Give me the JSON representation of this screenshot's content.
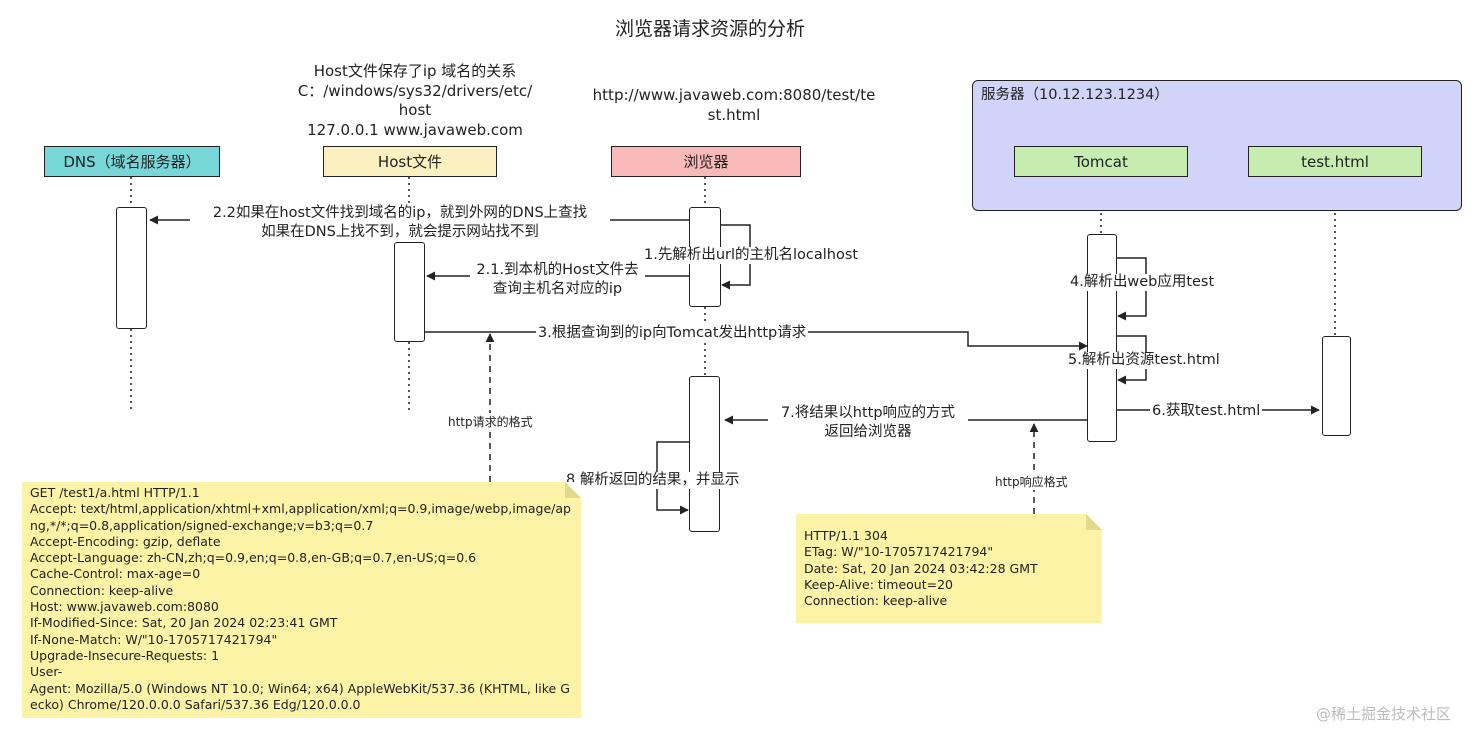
{
  "title": "浏览器请求资源的分析",
  "host_note": [
    "Host文件保存了ip 域名的关系",
    "C：/windows/sys32/drivers/etc/",
    "host",
    "127.0.0.1 www.javaweb.com"
  ],
  "url_note": [
    "http://www.javaweb.com:8080/test/te",
    "st.html"
  ],
  "server_group": "服务器（10.12.123.1234）",
  "participants": {
    "dns": "DNS（域名服务器）",
    "host": "Host文件",
    "browser": "浏览器",
    "tomcat": "Tomcat",
    "testhtml": "test.html"
  },
  "colors": {
    "dns": "#76d6d8",
    "host": "#fbf0c0",
    "browser": "#f8b9b9",
    "tomcat": "#c6ecb0",
    "testhtml": "#c6ecb0",
    "server_group": "#d0d4f8",
    "note": "#fdf3a7"
  },
  "messages": {
    "m22": [
      "2.2如果在host文件找到域名的ip，就到外网的DNS上查找",
      "如果在DNS上找不到，就会提示网站找不到"
    ],
    "m1": "1.先解析出url的主机名localhost",
    "m21": [
      "2.1.到本机的Host文件去",
      "查询主机名对应的ip"
    ],
    "m3": "3.根据查询到的ip向Tomcat发出http请求",
    "m4": "4.解析出web应用test",
    "m5": "5.解析出资源test.html",
    "m6": "6.获取test.html",
    "m7": [
      "7.将结果以http响应的方式",
      "返回给浏览器"
    ],
    "m8": "8.解析返回的结果，并显示"
  },
  "req_format_label": "http请求的格式",
  "resp_format_label": "http响应格式",
  "request_note": [
    "GET /test1/a.html HTTP/1.1",
    "Accept: text/html,application/xhtml+xml,application/xml;q=0.9,image/webp,image/ap",
    "ng,*/*;q=0.8,application/signed-exchange;v=b3;q=0.7",
    "Accept-Encoding: gzip, deflate",
    "Accept-Language: zh-CN,zh;q=0.9,en;q=0.8,en-GB;q=0.7,en-US;q=0.6",
    "Cache-Control: max-age=0",
    "Connection: keep-alive",
    "Host: www.javaweb.com:8080",
    "If-Modified-Since: Sat, 20 Jan 2024 02:23:41 GMT",
    "If-None-Match: W/\"10-1705717421794\"",
    "Upgrade-Insecure-Requests: 1",
    "User-",
    "Agent: Mozilla/5.0 (Windows NT 10.0; Win64; x64) AppleWebKit/537.36 (KHTML, like G",
    "ecko) Chrome/120.0.0.0 Safari/537.36 Edg/120.0.0.0"
  ],
  "response_note": [
    "HTTP/1.1 304",
    "ETag: W/\"10-1705717421794\"",
    "Date: Sat, 20 Jan 2024 03:42:28 GMT",
    "Keep-Alive: timeout=20",
    "Connection: keep-alive"
  ],
  "watermark": "@稀土掘金技术社区"
}
